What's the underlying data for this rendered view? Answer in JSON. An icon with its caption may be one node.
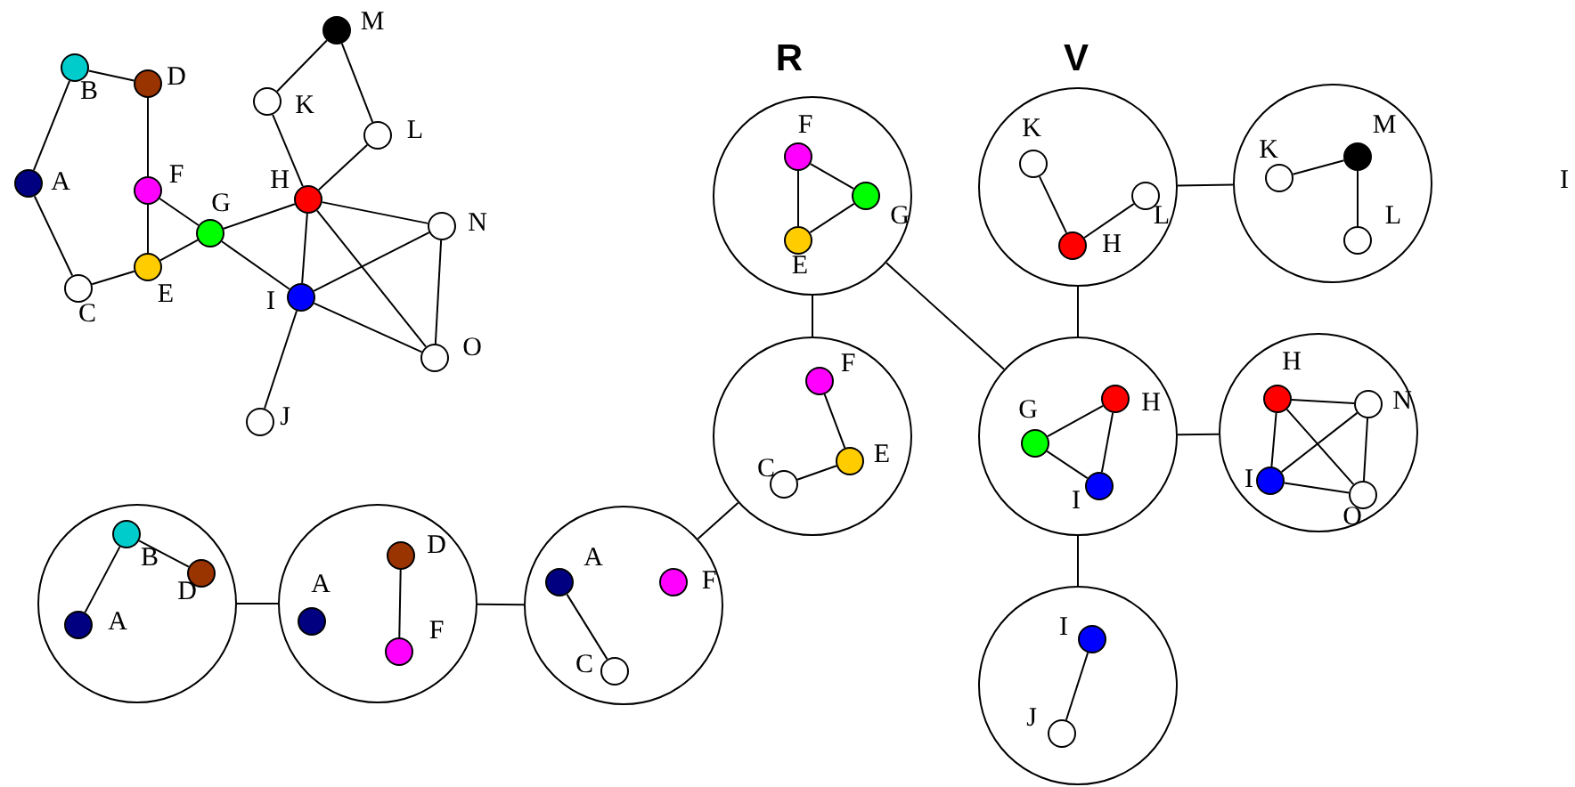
{
  "diagram": {
    "nodes": [
      {
        "text": [],
        "shape": "circle",
        "beside": [
          "A"
        ]
      },
      {
        "text": [],
        "shape": "circle",
        "beside": [
          "B"
        ]
      },
      {
        "text": [],
        "shape": "circle",
        "beside": [
          "C"
        ]
      },
      {
        "text": [],
        "shape": "circle",
        "beside": [
          "D"
        ]
      },
      {
        "text": [],
        "shape": "circle",
        "beside": [
          "E"
        ]
      },
      {
        "text": [],
        "shape": "circle",
        "beside": [
          "F"
        ]
      },
      {
        "text": [],
        "shape": "circle",
        "beside": [
          "G"
        ]
      },
      {
        "text": [],
        "shape": "circle",
        "beside": [
          "H"
        ]
      },
      {
        "text": [],
        "shape": "circle",
        "beside": [
          "I"
        ]
      },
      {
        "text": [],
        "shape": "circle",
        "beside": [
          "J"
        ]
      },
      {
        "text": [],
        "shape": "circle",
        "beside": [
          "K"
        ]
      },
      {
        "text": [],
        "shape": "circle",
        "beside": [
          "L"
        ]
      },
      {
        "text": [],
        "shape": "circle",
        "beside": [
          "M"
        ]
      },
      {
        "text": [],
        "shape": "circle",
        "beside": [
          "N"
        ]
      },
      {
        "text": [],
        "shape": "circle",
        "beside": [
          "O"
        ]
      },
      {
        "text": [
          "R"
        ]
      },
      {
        "text": [],
        "shape": "circle",
        "beside": [
          "F"
        ],
        "in": 15
      },
      {
        "text": [],
        "shape": "circle",
        "beside": [
          "G"
        ],
        "in": 15
      },
      {
        "text": [],
        "shape": "circle",
        "beside": [
          "E"
        ],
        "in": 15
      },
      {
        "text": [
          "V"
        ]
      },
      {
        "text": [],
        "shape": "circle",
        "beside": [
          "K"
        ],
        "in": 19
      },
      {
        "text": [],
        "shape": "circle",
        "beside": [
          "H"
        ],
        "in": 19
      },
      {
        "text": [],
        "shape": "circle",
        "beside": [
          "L"
        ],
        "in": 19
      },
      {
        "text": [],
        "shape": "circle"
      },
      {
        "text": [],
        "shape": "circle",
        "beside": [
          "K"
        ],
        "in": 23
      },
      {
        "text": [],
        "shape": "circle",
        "beside": [
          "M"
        ],
        "in": 23
      },
      {
        "text": [],
        "shape": "circle",
        "beside": [
          "L"
        ],
        "in": 23
      },
      {
        "text": [],
        "shape": "circle"
      },
      {
        "text": [],
        "shape": "circle",
        "beside": [
          "F"
        ],
        "in": 27
      },
      {
        "text": [],
        "shape": "circle",
        "beside": [
          "E"
        ],
        "in": 27
      },
      {
        "text": [],
        "shape": "circle",
        "beside": [
          "C"
        ],
        "in": 27
      },
      {
        "text": [],
        "shape": "circle"
      },
      {
        "text": [],
        "shape": "circle",
        "beside": [
          "G"
        ],
        "in": 31
      },
      {
        "text": [],
        "shape": "circle",
        "beside": [
          "H"
        ],
        "in": 31
      },
      {
        "text": [],
        "shape": "circle",
        "beside": [
          "I"
        ],
        "in": 31
      },
      {
        "text": [],
        "shape": "circle"
      },
      {
        "text": [],
        "shape": "circle",
        "beside": [
          "H"
        ],
        "in": 35
      },
      {
        "text": [],
        "shape": "circle",
        "beside": [
          "N"
        ],
        "in": 35
      },
      {
        "text": [],
        "shape": "circle",
        "beside": [
          "I"
        ],
        "in": 35
      },
      {
        "text": [],
        "shape": "circle",
        "beside": [
          "O"
        ],
        "in": 35
      },
      {
        "text": [],
        "shape": "circle"
      },
      {
        "text": [],
        "shape": "circle",
        "beside": [
          "B"
        ],
        "in": 40
      },
      {
        "text": [],
        "shape": "circle",
        "beside": [
          "D"
        ],
        "in": 40
      },
      {
        "text": [],
        "shape": "circle",
        "beside": [
          "A"
        ],
        "in": 40
      },
      {
        "text": [],
        "shape": "circle"
      },
      {
        "text": [],
        "shape": "circle",
        "beside": [
          "A"
        ],
        "in": 44
      },
      {
        "text": [],
        "shape": "circle",
        "beside": [
          "D"
        ],
        "in": 44
      },
      {
        "text": [],
        "shape": "circle",
        "beside": [
          "F"
        ],
        "in": 44
      },
      {
        "text": [],
        "shape": "circle"
      },
      {
        "text": [],
        "shape": "circle",
        "beside": [
          "A"
        ],
        "in": 48
      },
      {
        "text": [],
        "shape": "circle",
        "beside": [
          "F"
        ],
        "in": 48
      },
      {
        "text": [],
        "shape": "circle",
        "beside": [
          "C"
        ],
        "in": 48
      },
      {
        "text": [],
        "shape": "circle"
      },
      {
        "text": [],
        "shape": "circle",
        "beside": [
          "I"
        ],
        "in": 52
      },
      {
        "text": [],
        "shape": "circle",
        "beside": [
          "J"
        ],
        "in": 52
      }
    ],
    "edges": [
      {
        "from": 0,
        "to": 1,
        "arrow": "none"
      },
      {
        "from": 0,
        "to": 2,
        "arrow": "none"
      },
      {
        "from": 1,
        "to": 3,
        "arrow": "none"
      },
      {
        "from": 3,
        "to": 5,
        "arrow": "none"
      },
      {
        "from": 5,
        "to": 4,
        "arrow": "none"
      },
      {
        "from": 2,
        "to": 4,
        "arrow": "none"
      },
      {
        "from": 4,
        "to": 6,
        "arrow": "none"
      },
      {
        "from": 5,
        "to": 6,
        "arrow": "none"
      },
      {
        "from": 6,
        "to": 7,
        "arrow": "none"
      },
      {
        "from": 6,
        "to": 8,
        "arrow": "none"
      },
      {
        "from": 7,
        "to": 8,
        "arrow": "none"
      },
      {
        "from": 10,
        "to": 7,
        "arrow": "none"
      },
      {
        "from": 11,
        "to": 7,
        "arrow": "none"
      },
      {
        "from": 12,
        "to": 10,
        "arrow": "none"
      },
      {
        "from": 12,
        "to": 11,
        "arrow": "none"
      },
      {
        "from": 7,
        "to": 13,
        "arrow": "none"
      },
      {
        "from": 7,
        "to": 14,
        "arrow": "none"
      },
      {
        "from": 8,
        "to": 13,
        "arrow": "none"
      },
      {
        "from": 8,
        "to": 14,
        "arrow": "none"
      },
      {
        "from": 13,
        "to": 14,
        "arrow": "none"
      },
      {
        "from": 8,
        "to": 9,
        "arrow": "none"
      },
      {
        "from": 16,
        "to": 17,
        "arrow": "none"
      },
      {
        "from": 16,
        "to": 18,
        "arrow": "none"
      },
      {
        "from": 18,
        "to": 17,
        "arrow": "none"
      },
      {
        "from": 20,
        "to": 21,
        "arrow": "none"
      },
      {
        "from": 21,
        "to": 22,
        "arrow": "none"
      },
      {
        "from": 24,
        "to": 25,
        "arrow": "none"
      },
      {
        "from": 25,
        "to": 26,
        "arrow": "none"
      },
      {
        "from": 28,
        "to": 29,
        "arrow": "none"
      },
      {
        "from": 30,
        "to": 29,
        "arrow": "none"
      },
      {
        "from": 32,
        "to": 33,
        "arrow": "none"
      },
      {
        "from": 32,
        "to": 34,
        "arrow": "none"
      },
      {
        "from": 33,
        "to": 34,
        "arrow": "none"
      },
      {
        "from": 36,
        "to": 37,
        "arrow": "none"
      },
      {
        "from": 36,
        "to": 38,
        "arrow": "none"
      },
      {
        "from": 36,
        "to": 39,
        "arrow": "none"
      },
      {
        "from": 38,
        "to": 37,
        "arrow": "none"
      },
      {
        "from": 38,
        "to": 39,
        "arrow": "none"
      },
      {
        "from": 37,
        "to": 39,
        "arrow": "none"
      },
      {
        "from": 43,
        "to": 41,
        "arrow": "none"
      },
      {
        "from": 41,
        "to": 42,
        "arrow": "none"
      },
      {
        "from": 46,
        "to": 47,
        "arrow": "none"
      },
      {
        "from": 49,
        "to": 51,
        "arrow": "none"
      },
      {
        "from": 53,
        "to": 54,
        "arrow": "none"
      },
      {
        "from": 15,
        "to": 27,
        "arrow": "none"
      },
      {
        "from": 15,
        "to": 31,
        "arrow": "none"
      },
      {
        "from": 19,
        "to": 31,
        "arrow": "none"
      },
      {
        "from": 19,
        "to": 23,
        "arrow": "none"
      },
      {
        "from": 31,
        "to": 35,
        "arrow": "none"
      },
      {
        "from": 31,
        "to": 52,
        "arrow": "none"
      },
      {
        "from": 27,
        "to": 48,
        "arrow": "none"
      },
      {
        "from": 48,
        "to": 44,
        "arrow": "none"
      },
      {
        "from": 44,
        "to": 40,
        "arrow": "none"
      }
    ],
    "labels": [
      "I"
    ]
  }
}
